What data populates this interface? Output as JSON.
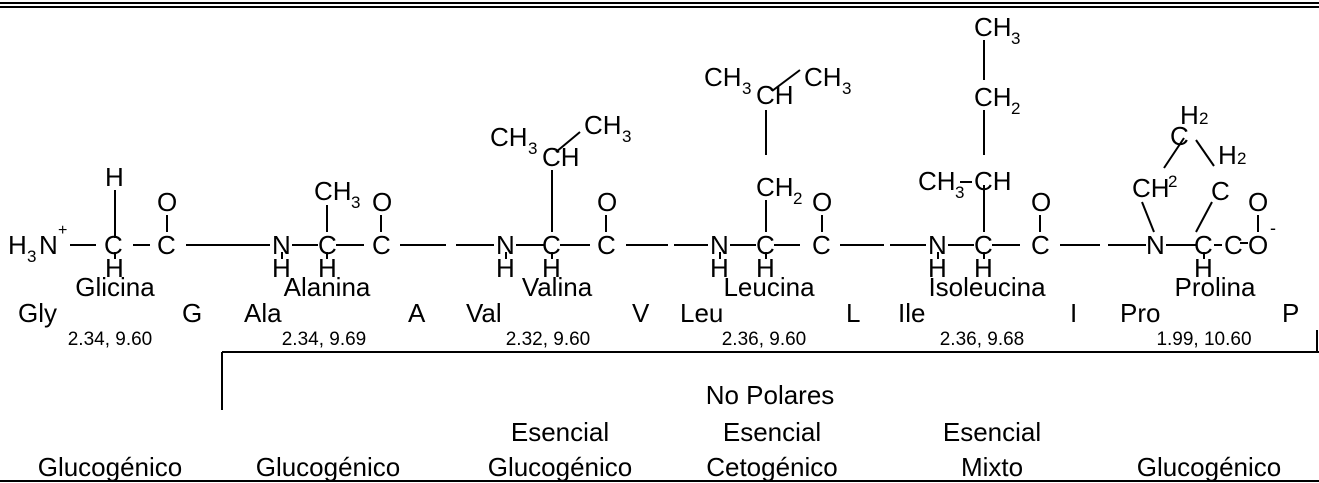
{
  "structure": {
    "atoms": {
      "h3n": "H₃N",
      "plus": "+",
      "n": "N",
      "c": "C",
      "o": "O",
      "h": "H",
      "ch3": "CH₃",
      "ch2": "CH₂",
      "ch": "CH",
      "c_o_minus": "-"
    }
  },
  "amino_acids": [
    {
      "name": "Glicina",
      "three": "Gly",
      "one": "G",
      "pka": "2.34, 9.60",
      "essential": "",
      "metabolism": "Glucogénico"
    },
    {
      "name": "Alanina",
      "three": "Ala",
      "one": "A",
      "pka": "2.34, 9.69",
      "essential": "",
      "metabolism": "Glucogénico"
    },
    {
      "name": "Valina",
      "three": "Val",
      "one": "V",
      "pka": "2.32, 9.60",
      "essential": "Esencial",
      "metabolism": "Glucogénico"
    },
    {
      "name": "Leucina",
      "three": "Leu",
      "one": "L",
      "pka": "2.36, 9.60",
      "essential": "Esencial",
      "metabolism": "Cetogénico"
    },
    {
      "name": "Isoleucina",
      "three": "Ile",
      "one": "I",
      "pka": "2.36, 9.68",
      "essential": "Esencial",
      "metabolism": "Mixto"
    },
    {
      "name": "Prolina",
      "three": "Pro",
      "one": "P",
      "pka": "1.99, 10.60",
      "essential": "",
      "metabolism": "Glucogénico"
    }
  ],
  "group_label": "No Polares"
}
